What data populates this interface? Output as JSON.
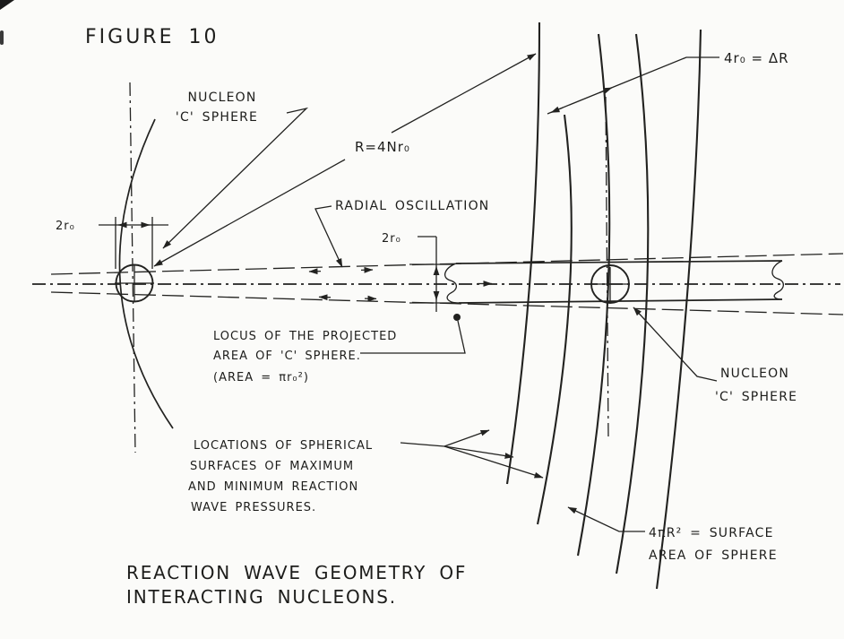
{
  "figure": {
    "title": "FIGURE 10",
    "caption": {
      "line1": "REACTION WAVE GEOMETRY OF",
      "line2": "INTERACTING NUCLEONS."
    },
    "labels": {
      "nucleon_left_line1": "NUCLEON",
      "nucleon_left_line2": "'C' SPHERE",
      "radius_equation": "R=4Nr₀",
      "delta_r_equation": "4r₀ = ΔR",
      "radial_oscillation": "RADIAL OSCILLATION",
      "diameter_left": "2r₀",
      "diameter_mid": "2r₀",
      "locus_line1": "LOCUS OF THE PROJECTED",
      "locus_line2": "AREA OF 'C' SPHERE.",
      "locus_line3": "(AREA = πr₀²)",
      "nucleon_right_line1": "NUCLEON",
      "nucleon_right_line2": "'C' SPHERE",
      "locations_line1": "LOCATIONS OF SPHERICAL",
      "locations_line2": "SURFACES OF MAXIMUM",
      "locations_line3": "AND MINIMUM REACTION",
      "locations_line4": "WAVE PRESSURES.",
      "surface_area_line1": "4πR² = SURFACE",
      "surface_area_line2": "AREA OF SPHERE"
    },
    "colors": {
      "ink": "#222220",
      "paper": "#fbfbf9"
    }
  }
}
